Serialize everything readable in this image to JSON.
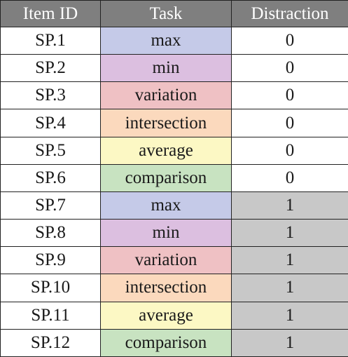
{
  "table": {
    "headers": [
      "Item ID",
      "Task",
      "Distraction"
    ],
    "colors": {
      "header_bg": "#7f7f7f",
      "header_text": "#ffffff",
      "distraction_1_bg": "#c8c8c8",
      "task": {
        "max": "#c5cae8",
        "min": "#dcbfe0",
        "variation": "#efc1c4",
        "intersection": "#fbd9bd",
        "average": "#fcf8c4",
        "comparison": "#c8e3c1"
      }
    },
    "rows": [
      {
        "id": "SP.1",
        "task": "max",
        "distraction": "0"
      },
      {
        "id": "SP.2",
        "task": "min",
        "distraction": "0"
      },
      {
        "id": "SP.3",
        "task": "variation",
        "distraction": "0"
      },
      {
        "id": "SP.4",
        "task": "intersection",
        "distraction": "0"
      },
      {
        "id": "SP.5",
        "task": "average",
        "distraction": "0"
      },
      {
        "id": "SP.6",
        "task": "comparison",
        "distraction": "0"
      },
      {
        "id": "SP.7",
        "task": "max",
        "distraction": "1"
      },
      {
        "id": "SP.8",
        "task": "min",
        "distraction": "1"
      },
      {
        "id": "SP.9",
        "task": "variation",
        "distraction": "1"
      },
      {
        "id": "SP.10",
        "task": "intersection",
        "distraction": "1"
      },
      {
        "id": "SP.11",
        "task": "average",
        "distraction": "1"
      },
      {
        "id": "SP.12",
        "task": "comparison",
        "distraction": "1"
      }
    ]
  }
}
